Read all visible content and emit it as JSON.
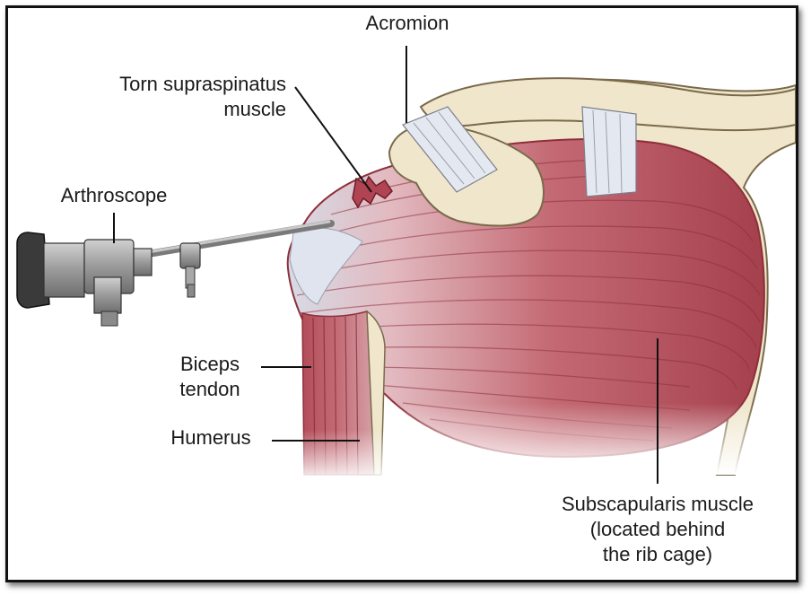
{
  "labels": {
    "acromion": "Acromion",
    "torn_supraspinatus_line1": "Torn supraspinatus",
    "torn_supraspinatus_line2": "muscle",
    "arthroscope": "Arthroscope",
    "biceps_line1": "Biceps",
    "biceps_line2": "tendon",
    "humerus": "Humerus",
    "subscapularis_line1": "Subscapularis muscle",
    "subscapularis_line2": "(located behind",
    "subscapularis_line3": "the rib cage)"
  },
  "colors": {
    "muscle": "#b9535f",
    "muscle_dark": "#8e2f3b",
    "muscle_light": "#d98e96",
    "tendon": "#dfe4ee",
    "bone": "#efe6cc",
    "bone_outline": "#7a6a4a",
    "instrument": "#9a9a9a",
    "instrument_dark": "#3a3a3a",
    "border": "#111111"
  }
}
